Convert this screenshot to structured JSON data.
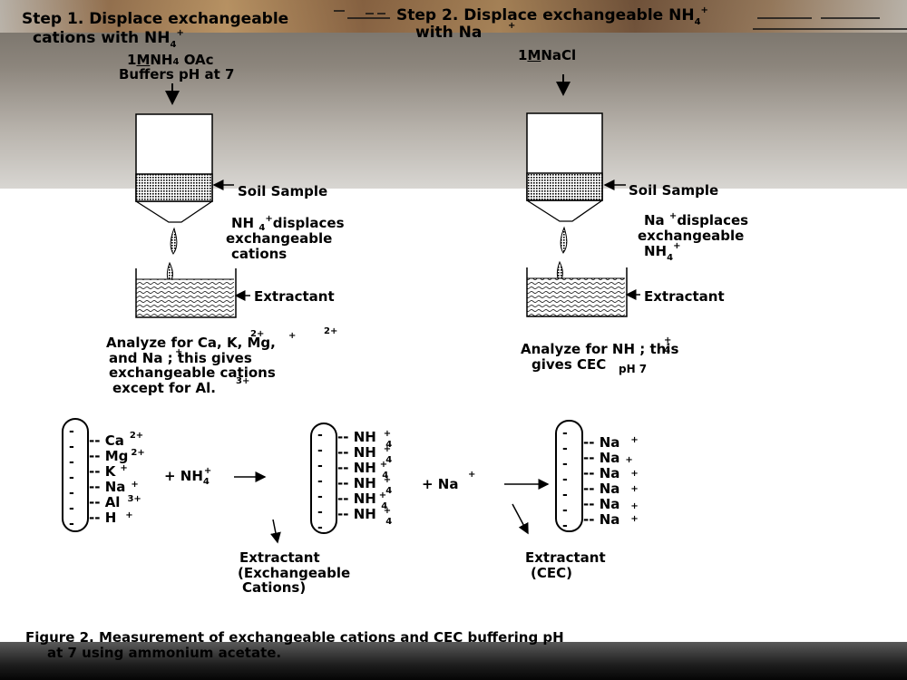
{
  "step1": {
    "title_line1": "Step 1. Displace exchangeable",
    "title_line2": "cations with NH",
    "title_sub": "4",
    "title_sup": "+",
    "reagent_1m": "1",
    "reagent_m": "M",
    "reagent_nh": "NH",
    "reagent_4": "4",
    "reagent_oac": "OAc",
    "reagent_line2": "Buffers pH at 7",
    "soil_label": "Soil Sample",
    "displace_line1": "NH",
    "displace_sub": "4",
    "displace_sup": "+",
    "displace_word": "displaces",
    "displace_line2": "exchangeable",
    "displace_line3": "cations",
    "extractant_label": "Extractant",
    "analyze_line1": "Analyze for  Ca,    K,   Mg,",
    "analyze_ca_sup": "2+",
    "analyze_k_sup": "+",
    "analyze_mg_sup": "2+",
    "analyze_line2": "and Na ; this gives",
    "analyze_na_sup": "+",
    "analyze_line3": "exchangeable cations",
    "analyze_line4": "except for Al.",
    "analyze_al_sup": "3+"
  },
  "step2": {
    "title_line1": "Step 2. Displace exchangeable NH",
    "title_sub": "4",
    "title_sup": "+",
    "title_line2": "with Na",
    "title_line2_sup": "+",
    "reagent_1": "1",
    "reagent_m": "M",
    "reagent_nacl": "NaCl",
    "soil_label": "Soil Sample",
    "displace_line1": "Na",
    "displace_sup": "+",
    "displace_word": "displaces",
    "displace_line2": "exchangeable",
    "displace_line3": "NH",
    "displace_line3_sub": "4",
    "displace_line3_sup": "+",
    "extractant_label": "Extractant",
    "analyze_line1": "Analyze for NH   ; this",
    "analyze_sub": "4",
    "analyze_sup": "+",
    "analyze_line2": "gives CEC",
    "analyze_sub2": "pH 7"
  },
  "exchange": {
    "colloid1_ions": [
      {
        "ion": "Ca",
        "sup": "2+"
      },
      {
        "ion": "Mg",
        "sup": "2+"
      },
      {
        "ion": "K",
        "sup": "+"
      },
      {
        "ion": "Na",
        "sup": "+"
      },
      {
        "ion": "Al",
        "sup": "3+"
      },
      {
        "ion": "H",
        "sup": "+"
      }
    ],
    "plus_nh4": "+ NH",
    "plus_nh4_sub": "4",
    "plus_nh4_sup": "+",
    "colloid2_ion": "NH",
    "colloid2_sub": "4",
    "colloid2_sup": "+",
    "plus_na": "+ Na",
    "plus_na_sup": "+",
    "colloid3_ion": "Na",
    "colloid3_sup": "+",
    "extractant1_line1": "Extractant",
    "extractant1_line2": "(Exchangeable",
    "extractant1_line3": "Cations)",
    "extractant2_line1": "Extractant",
    "extractant2_line2": "(CEC)"
  },
  "caption": {
    "line1": "Figure 2. Measurement of exchangeable cations and CEC buffering pH",
    "line2": "at 7 using ammonium acetate."
  }
}
